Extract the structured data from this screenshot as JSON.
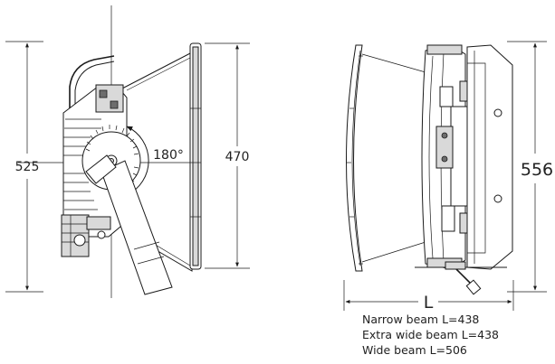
{
  "dimensions": {
    "height_left": "525",
    "rotation": "180°",
    "reflector_height": "470",
    "height_right": "556",
    "length_label": "L"
  },
  "beam_notes": [
    "Narrow beam L=438",
    "Extra wide beam L=438",
    "Wide beam L=506"
  ]
}
